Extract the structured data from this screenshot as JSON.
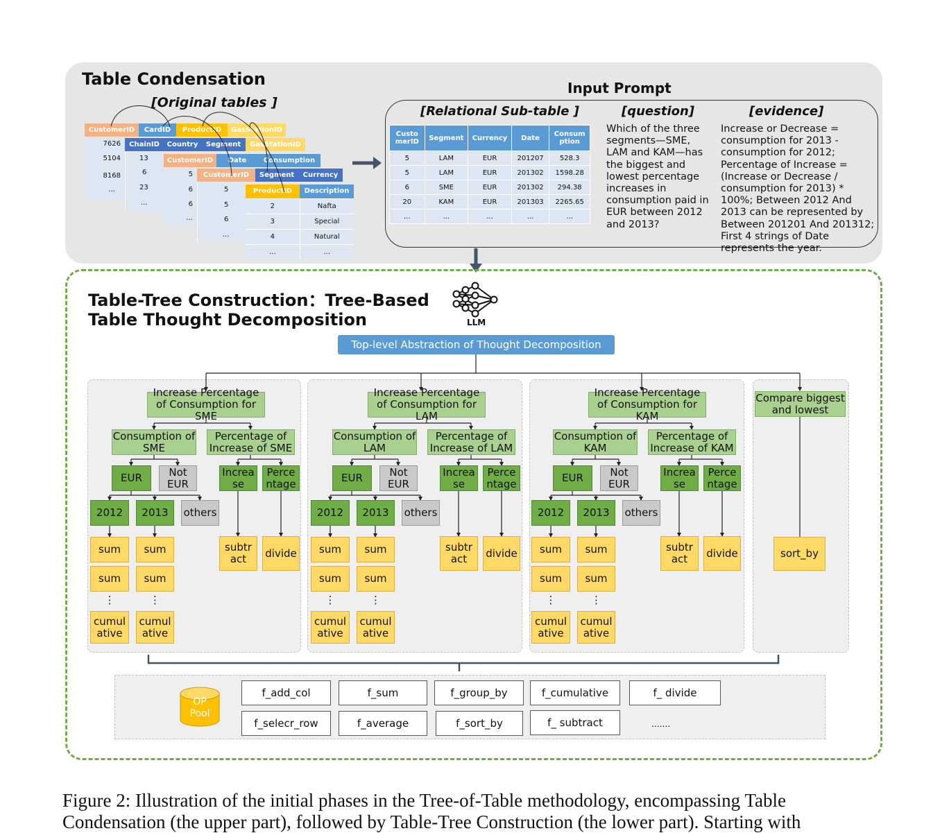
{
  "top": {
    "title": "Table Condensation",
    "original_label": "[Original tables ]",
    "input_prompt_title": "Input Prompt",
    "rel_label": "[Relational Sub-table ]",
    "question_label": "[question]",
    "evidence_label": "[evidence]",
    "question_text": "Which of the three segments—SME, LAM and KAM—has the biggest and lowest percentage increases in consumption paid in EUR between 2012 and 2013?",
    "evidence_text": "Increase or Decrease = consumption for 2013 - consumption for 2012; Percentage of Increase = (Increase or Decrease / consumption for 2013) * 100%; Between 2012 And 2013 can be represented by Between 201201 And 201312; First 4 strings of Date represents the year."
  },
  "subtable": {
    "headers": [
      "Custo merID",
      "Segment",
      "Currency",
      "Date",
      "Consum ption"
    ],
    "rows": [
      [
        "5",
        "LAM",
        "EUR",
        "201207",
        "528.3"
      ],
      [
        "5",
        "LAM",
        "EUR",
        "201302",
        "1598.28"
      ],
      [
        "6",
        "SME",
        "EUR",
        "201302",
        "294.38"
      ],
      [
        "20",
        "KAM",
        "EUR",
        "201303",
        "2265.65"
      ],
      [
        "...",
        "...",
        "...",
        "...",
        "..."
      ]
    ]
  },
  "orig": {
    "t1": {
      "h": [
        "CustomerID",
        "CardID",
        "ProductID",
        "GasStationID"
      ],
      "rows": [
        "7626",
        "5104",
        "8168",
        "..."
      ]
    },
    "t2": {
      "h": [
        "ChainID",
        "Country",
        "Segment",
        "GasStationID"
      ],
      "rows": [
        "13",
        "6",
        "23",
        "..."
      ]
    },
    "t3": {
      "h": [
        "CustomerID",
        "Date",
        "Consumption"
      ],
      "rows": [
        "5",
        "6",
        "6",
        "..."
      ]
    },
    "t4": {
      "h": [
        "CustomerID",
        "Segment",
        "Currency"
      ],
      "rows": [
        "5",
        "5",
        "6",
        "..."
      ]
    },
    "t5": {
      "h": [
        "ProductID",
        "Description"
      ],
      "rows": [
        [
          "2",
          "Nafta"
        ],
        [
          "3",
          "Special"
        ],
        [
          "4",
          "Natural"
        ],
        [
          "...",
          "..."
        ]
      ]
    }
  },
  "tree": {
    "title_line1": "Table-Tree Construction：Tree-Based",
    "title_line2": "Table Thought Decomposition",
    "llm": "LLM",
    "top_abstraction": "Top-level Abstraction of Thought Decomposition",
    "groups": [
      {
        "root": "Increase Percentage of Consumption for SME",
        "consumption": "Consumption of SME",
        "percentage": "Percentage of Increase of SME"
      },
      {
        "root": "Increase Percentage of Consumption for LAM",
        "consumption": "Consumption of LAM",
        "percentage": "Percentage of Increase of LAM"
      },
      {
        "root": "Increase Percentage of Consumption for KAM",
        "consumption": "Consumption of KAM",
        "percentage": "Percentage of Increase of KAM"
      }
    ],
    "common": {
      "eur": "EUR",
      "not_eur": "Not EUR",
      "increase": "Increa se",
      "percentage": "Perce ntage",
      "y2012": "2012",
      "y2013": "2013",
      "others": "others",
      "sum": "sum",
      "dots": "⋮",
      "cumulative": "cumul ative",
      "subtract": "subtr act",
      "divide": "divide"
    },
    "compare": "Compare biggest and lowest",
    "sort_by": "sort_by"
  },
  "pool": {
    "label": "OP Pool",
    "ops": [
      "f_add_col",
      "f_sum",
      "f_group_by",
      "f_cumulative",
      "f_ divide",
      "f_selecr_row",
      "f_average",
      "f_sort_by",
      "f_ subtract",
      "......."
    ]
  },
  "caption": {
    "line1": "Figure 2: Illustration of the initial phases in the Tree-of-Table methodology, encompassing Table",
    "line2": "Condensation (the upper part), followed by Table-Tree Construction (the lower part). Starting with"
  }
}
